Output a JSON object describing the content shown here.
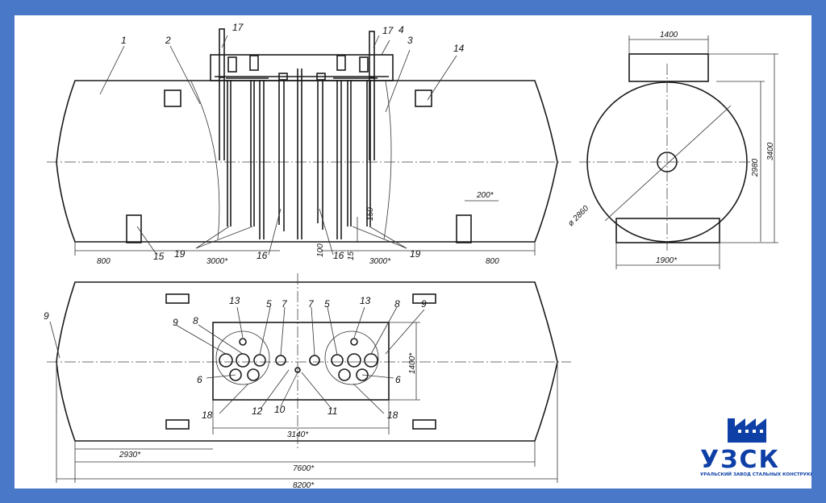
{
  "parts": {
    "p1": "1",
    "p2": "2",
    "p3": "3",
    "p4": "4",
    "p5": "5",
    "p6": "6",
    "p7": "7",
    "p8": "8",
    "p9": "9",
    "p10": "10",
    "p11": "11",
    "p12": "12",
    "p13": "13",
    "p14": "14",
    "p15": "15",
    "p16": "16",
    "p17": "17",
    "p18": "18",
    "p19": "19"
  },
  "dims": {
    "d800": "800",
    "d3000": "3000*",
    "d100": "100",
    "d15": "15",
    "d150": "150",
    "d200": "200*",
    "d1400top": "1400",
    "d1900": "1900*",
    "d2980": "2980",
    "d3400": "3400",
    "d2860": "ø 2860",
    "d1400side": "1400*",
    "d3140": "3140*",
    "d2930": "2930*",
    "d7600": "7600*",
    "d8200": "8200*"
  },
  "logo": {
    "name": "УЗСК",
    "subtitle": "УРАЛЬСКИЙ ЗАВОД СТАЛЬНЫХ КОНСТРУКЦИЙ",
    "color": "#0d3fa6"
  },
  "colors": {
    "frame": "#4a78c8",
    "background": "#ffffff",
    "line": "#1a1a1a"
  }
}
